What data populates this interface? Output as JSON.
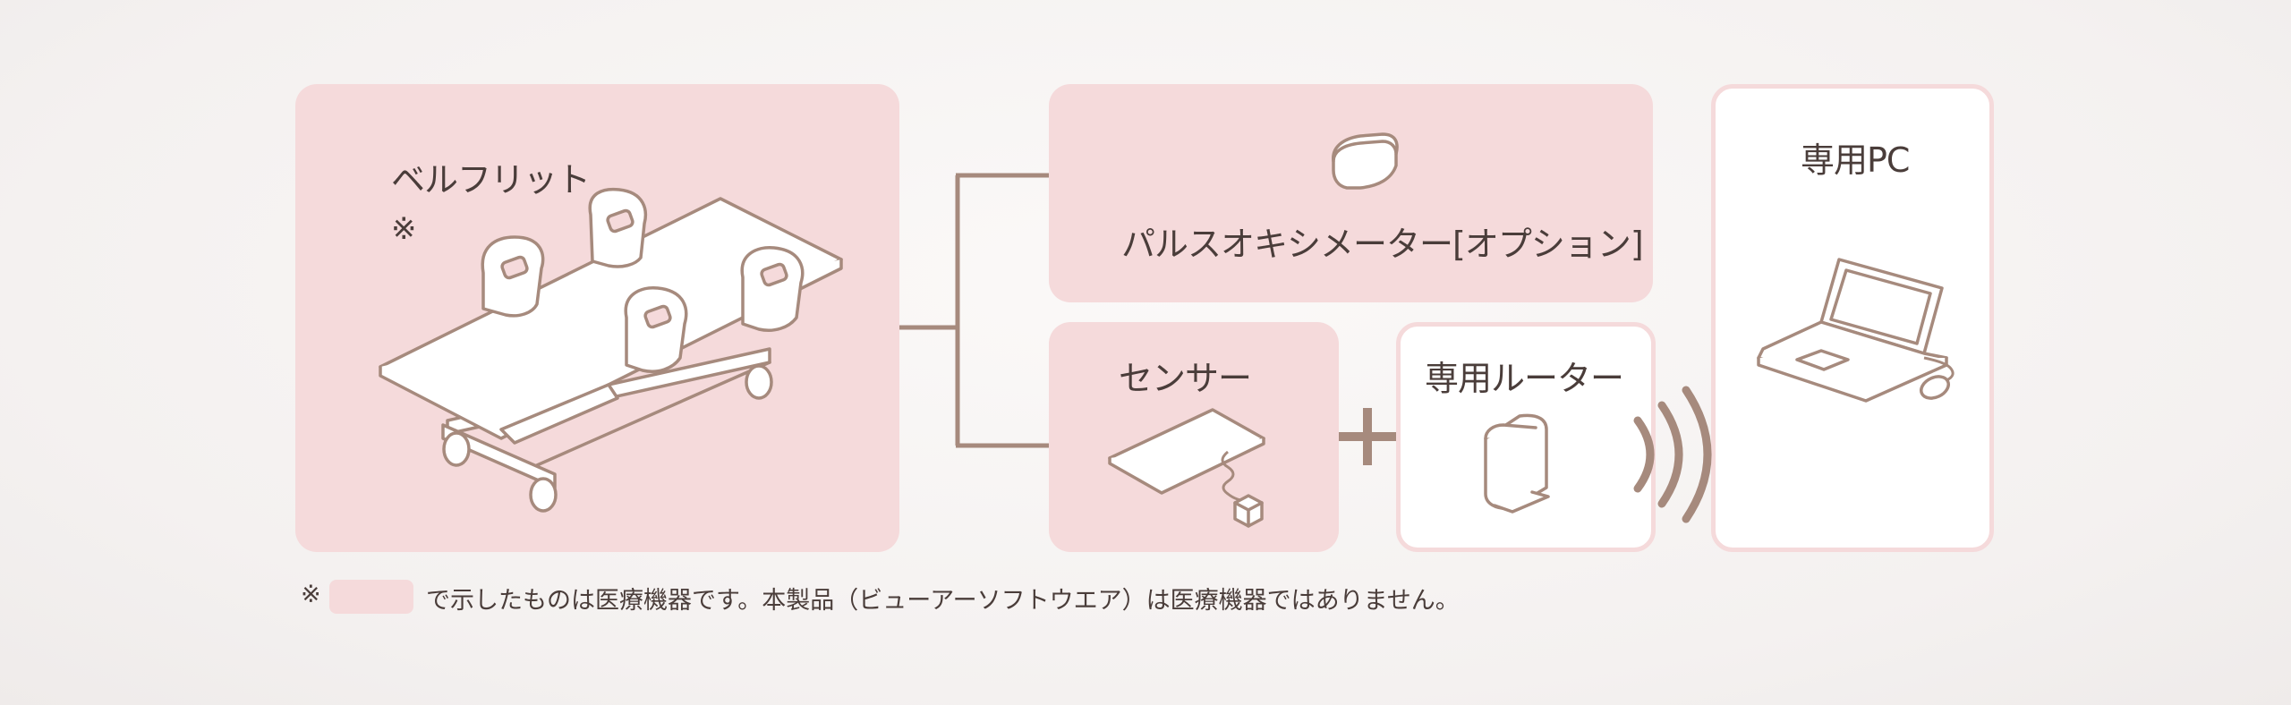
{
  "bed": {
    "name": "ベルフリット",
    "mark": "※"
  },
  "oximeter": {
    "label": "パルスオキシメーター[オプション]"
  },
  "sensor": {
    "label": "センサー"
  },
  "plus": "+",
  "router": {
    "label": "専用ルーター"
  },
  "pc": {
    "label": "専用PC"
  },
  "footnote": {
    "mark": "※",
    "text": "で示したものは医療機器です。本製品（ビューアーソフトウエア）は医療機器ではありません。"
  },
  "colors": {
    "medical_box": "#f5dadb",
    "line": "#a68a7d",
    "text": "#4a3d3a"
  }
}
